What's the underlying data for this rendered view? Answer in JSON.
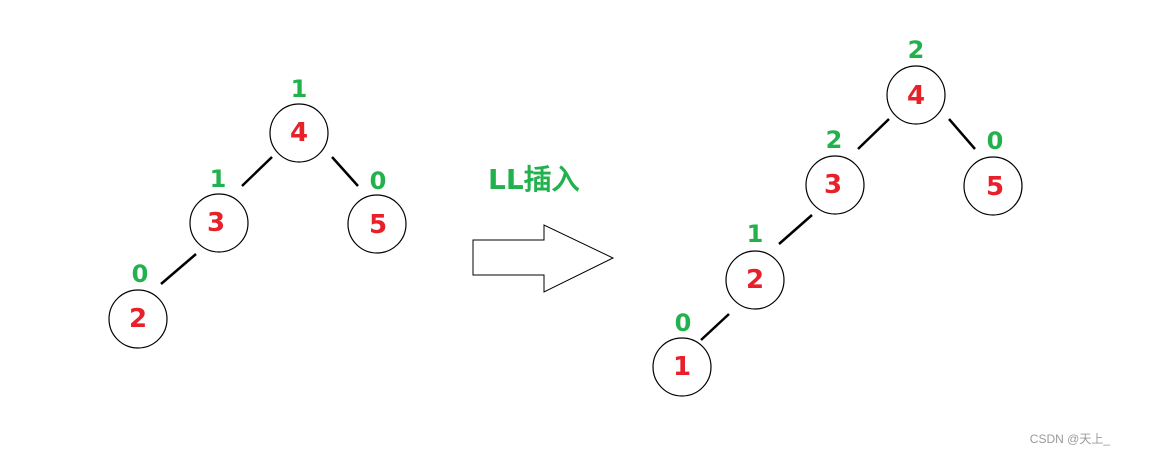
{
  "colors": {
    "node_value": "#e8202a",
    "balance_factor": "#22b14c",
    "outline": "#000000"
  },
  "before_tree": {
    "nodes": [
      {
        "id": "b4",
        "value": "4",
        "balance": "1"
      },
      {
        "id": "b3",
        "value": "3",
        "balance": "1"
      },
      {
        "id": "b5",
        "value": "5",
        "balance": "0"
      },
      {
        "id": "b2",
        "value": "2",
        "balance": "0"
      }
    ]
  },
  "operation": {
    "label": "LL插入",
    "arrow_icon": "right-arrow-outline-icon"
  },
  "after_tree": {
    "nodes": [
      {
        "id": "a4",
        "value": "4",
        "balance": "2"
      },
      {
        "id": "a3",
        "value": "3",
        "balance": "2"
      },
      {
        "id": "a5",
        "value": "5",
        "balance": "0"
      },
      {
        "id": "a2",
        "value": "2",
        "balance": "1"
      },
      {
        "id": "a1",
        "value": "1",
        "balance": "0"
      }
    ]
  },
  "watermark": "CSDN @天上_"
}
